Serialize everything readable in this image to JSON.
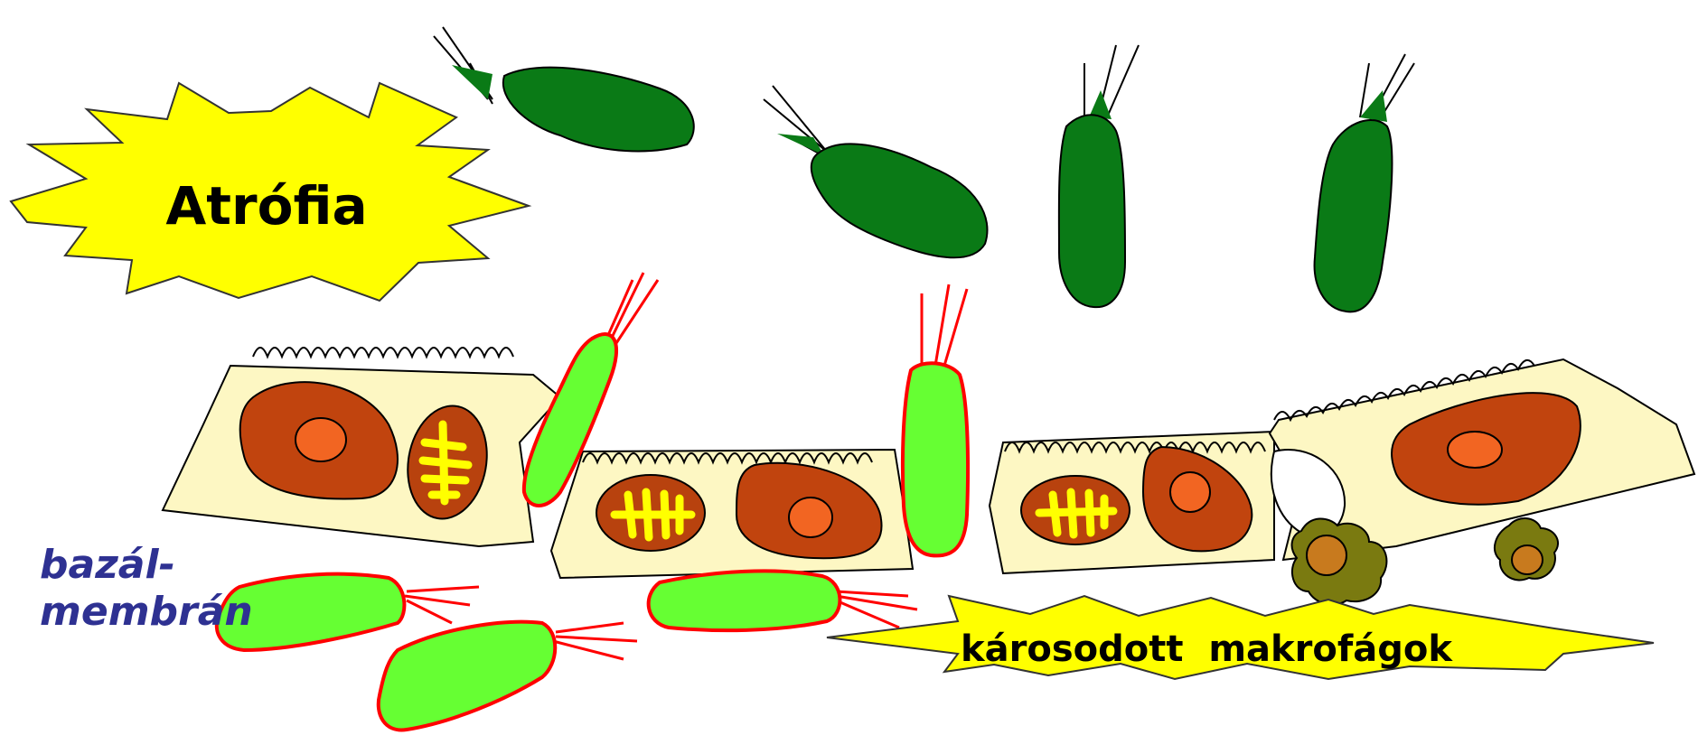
{
  "labels": {
    "burst_title": "Atrófia",
    "side_label_line1": "bazál-",
    "side_label_line2": "membrán",
    "bottom_burst": "károsodott  makrofágok"
  },
  "colors": {
    "burst_fill": "#ffff00",
    "cell_fill": "#fdf7c3",
    "nucleus": "#c1440e",
    "nucleolus": "#f26522",
    "mito_fill": "#b8420e",
    "mito_cristae": "#ffff00",
    "healthy_bacteria": "#0a7a16",
    "damaged_bacteria": "#66ff33",
    "damaged_outline": "#ff0000",
    "macrophage": "#7a7a10",
    "label_blue": "#2e3192"
  }
}
